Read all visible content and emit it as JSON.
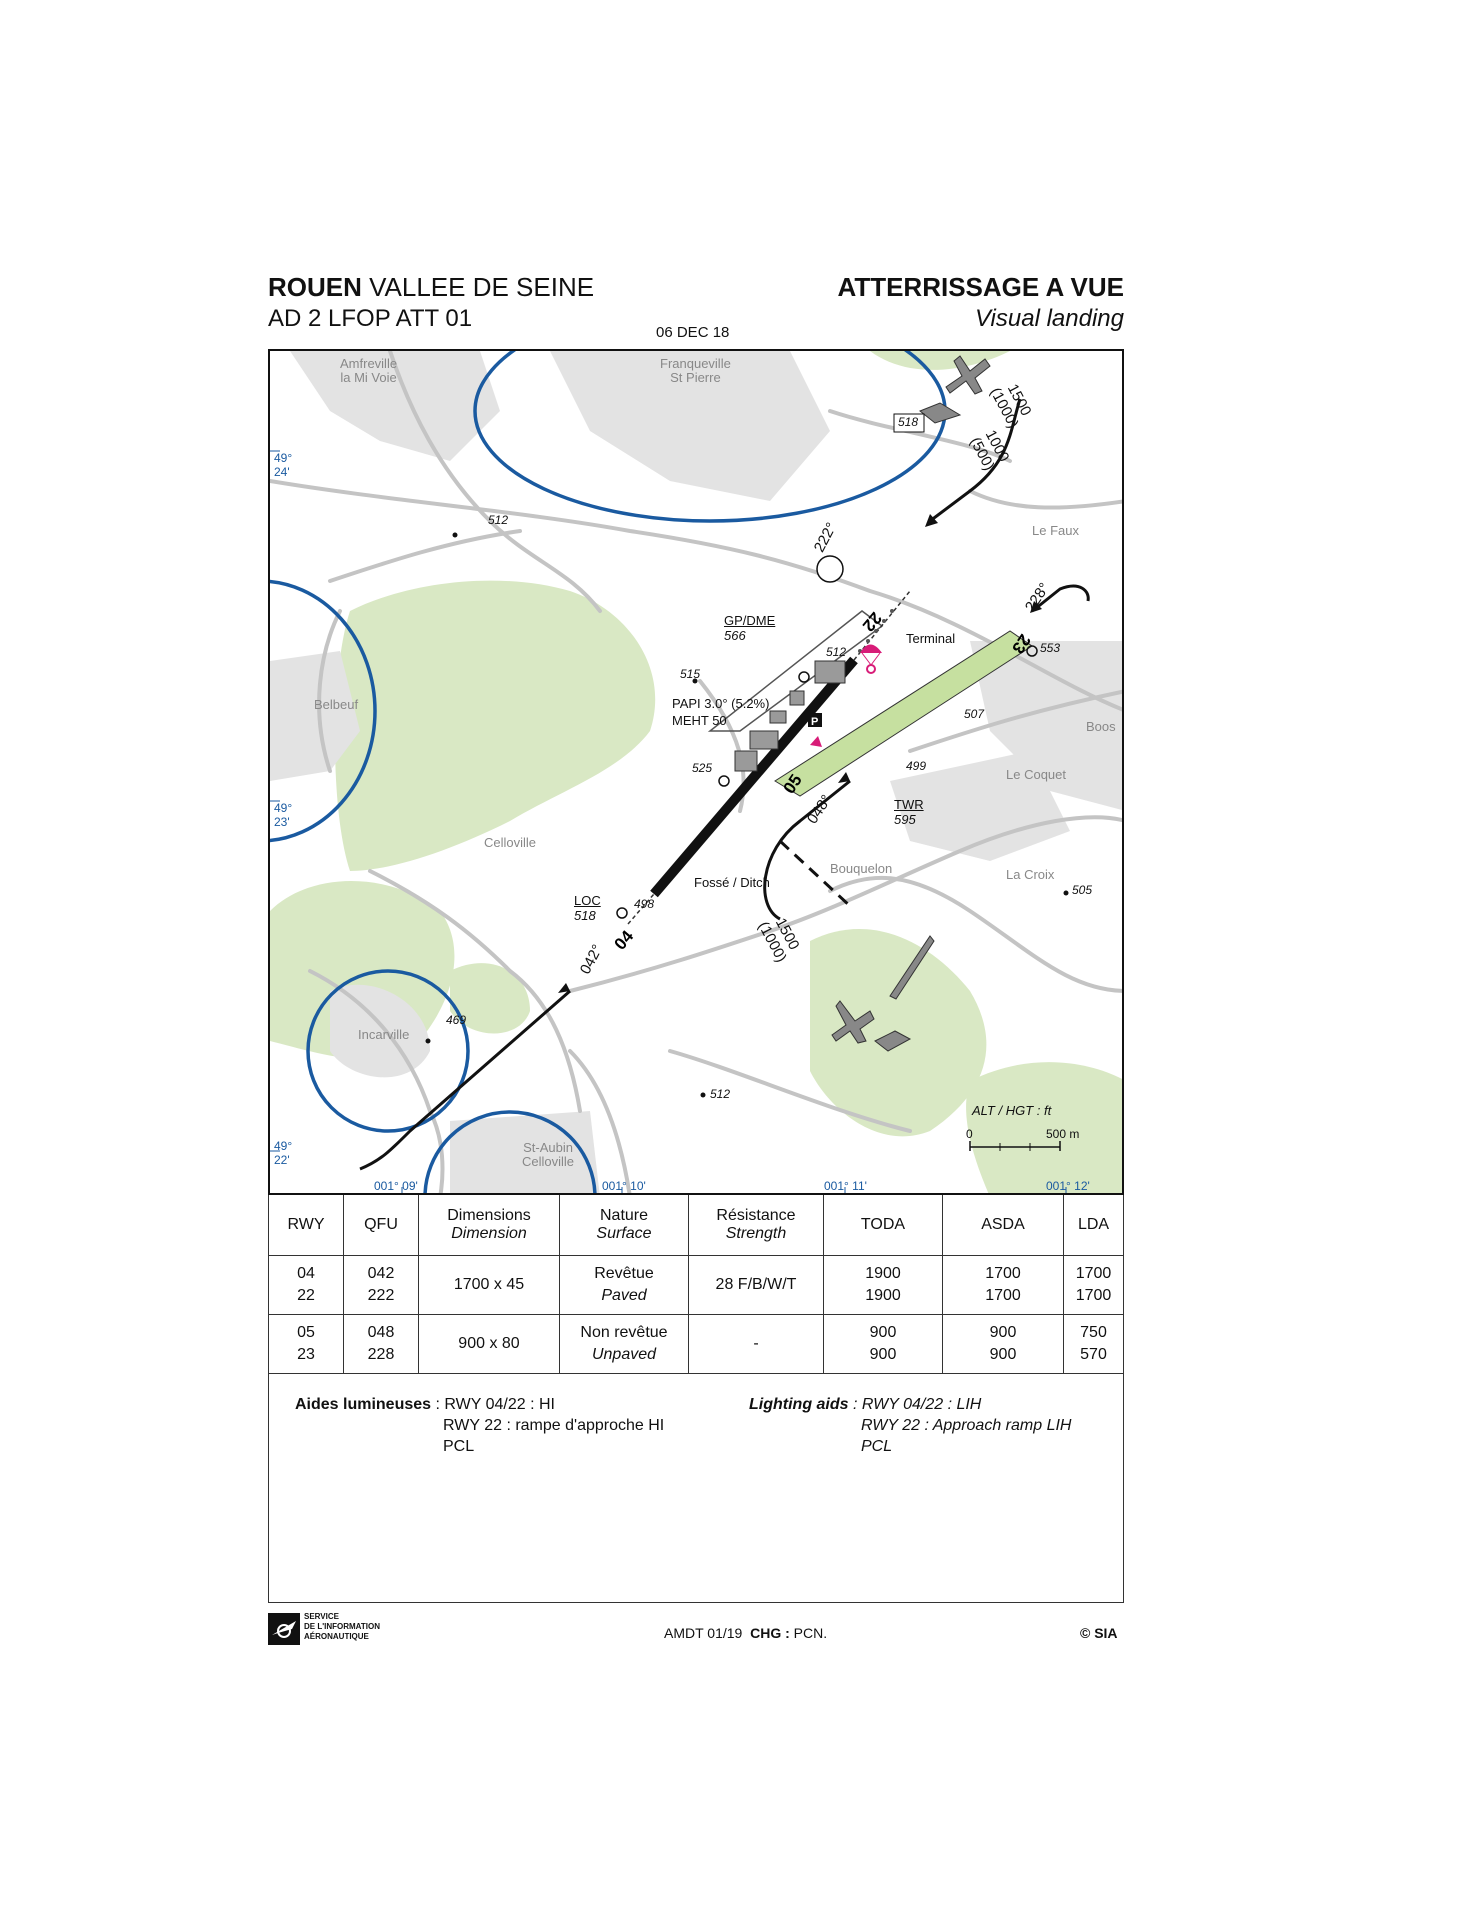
{
  "header": {
    "title_bold": "ROUEN",
    "title_rest": " VALLEE DE SEINE",
    "code": "AD 2 LFOP ATT 01",
    "date": "06 DEC 18",
    "right_title": "ATTERRISSAGE A VUE",
    "right_subtitle": "Visual landing"
  },
  "map": {
    "places": {
      "amfreville1": "Amfreville",
      "amfreville2": "la Mi Voie",
      "franqueville1": "Franqueville",
      "franqueville2": "St Pierre",
      "belbeuf": "Belbeuf",
      "celloville": "Celloville",
      "incarville": "Incarville",
      "staubin1": "St-Aubin",
      "staubin2": "Celloville",
      "lefaux": "Le Faux",
      "boos": "Boos",
      "lecoquet": "Le Coquet",
      "bouquelon": "Bouquelon",
      "lacroix": "La Croix"
    },
    "elevations": {
      "e518box": "518",
      "e512a": "512",
      "e512b": "512",
      "e512c": "512",
      "e515": "515",
      "e525": "525",
      "e553": "553",
      "e507": "507",
      "e499": "499",
      "e505": "505",
      "e469": "469",
      "e498": "498"
    },
    "labels": {
      "gpdme": "GP/DME",
      "gpdme_elev": "566",
      "papi": "PAPI 3.0° (5.2%)",
      "meht": "MEHT 50",
      "terminal": "Terminal",
      "twr": "TWR",
      "twr_elev": "595",
      "loc": "LOC",
      "loc_elev": "518",
      "ditch": "Fossé / Ditch",
      "rwy04": "04",
      "rwy22": "22",
      "rwy05": "05",
      "rwy23": "23",
      "hdg222": "222°",
      "hdg228": "228°",
      "hdg042": "042°",
      "hdg048": "048°",
      "alt_ne1": "1500",
      "alt_ne1b": "(1000)",
      "alt_ne2": "1000",
      "alt_ne2b": "(500)",
      "alt_se1": "1500",
      "alt_se1b": "(1000)",
      "parking": "P"
    },
    "grid": {
      "lat24a": "49°",
      "lat24b": "24'",
      "lat23a": "49°",
      "lat23b": "23'",
      "lat22a": "49°",
      "lat22b": "22'",
      "lon09": "001° 09'",
      "lon10": "001° 10'",
      "lon11": "001° 11'",
      "lon12": "001° 12'"
    },
    "scale": {
      "units": "ALT / HGT : ft",
      "zero": "0",
      "dist": "500 m"
    }
  },
  "table": {
    "headers": {
      "rwy": "RWY",
      "qfu": "QFU",
      "dim_fr": "Dimensions",
      "dim_en": "Dimension",
      "nat_fr": "Nature",
      "nat_en": "Surface",
      "res_fr": "Résistance",
      "res_en": "Strength",
      "toda": "TODA",
      "asda": "ASDA",
      "lda": "LDA"
    },
    "rows": [
      {
        "rwy1": "04",
        "rwy2": "22",
        "qfu1": "042",
        "qfu2": "222",
        "dim": "1700 x 45",
        "nat_fr": "Revêtue",
        "nat_en": "Paved",
        "res": "28 F/B/W/T",
        "toda1": "1900",
        "toda2": "1900",
        "asda1": "1700",
        "asda2": "1700",
        "lda1": "1700",
        "lda2": "1700"
      },
      {
        "rwy1": "05",
        "rwy2": "23",
        "qfu1": "048",
        "qfu2": "228",
        "dim": "900 x 80",
        "nat_fr": "Non revêtue",
        "nat_en": "Unpaved",
        "res": "-",
        "toda1": "900",
        "toda2": "900",
        "asda1": "900",
        "asda2": "900",
        "lda1": "750",
        "lda2": "570"
      }
    ]
  },
  "aids": {
    "fr_label": "Aides lumineuses",
    "fr_line1": " : RWY 04/22 : HI",
    "fr_line2": "RWY 22 : rampe d'approche HI",
    "fr_line3": "PCL",
    "en_label": "Lighting aids",
    "en_line1": " : RWY 04/22 : LIH",
    "en_line2": "RWY 22 : Approach ramp LIH",
    "en_line3": "PCL"
  },
  "footer": {
    "logo_line1": "Service",
    "logo_line2": "de l'information",
    "logo_line3": "aéronautique",
    "amdt": "AMDT 01/19",
    "chg_label": "CHG :",
    "chg_value": " PCN.",
    "copyright": "© SIA"
  },
  "colors": {
    "green": "#d9e8c4",
    "road": "#c8c8c8",
    "urban": "#e0e0e0",
    "blue": "#1a5aa0",
    "grass_rwy": "#c6e0a0",
    "pink": "#d81c78"
  }
}
